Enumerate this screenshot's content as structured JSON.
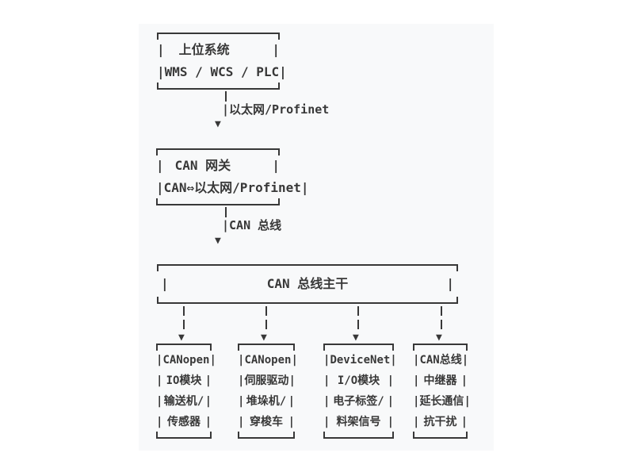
{
  "theme": {
    "canvas_bg": "#ffffff",
    "panel_bg": "#f8f9fa",
    "ink": "#383838"
  },
  "glyphs": {
    "pipe": "|",
    "down_arrow": "▼"
  },
  "flow": {
    "top_box": {
      "rows": [
        "上位系统",
        "WMS / WCS / PLC"
      ]
    },
    "link1": {
      "label": "|以太网/Profinet"
    },
    "gateway_box": {
      "rows": [
        "CAN 网关",
        "CAN⇔以太网/Profinet"
      ]
    },
    "link2": {
      "label": "|CAN 总线"
    },
    "trunk_box": {
      "rows": [
        "CAN 总线主干"
      ]
    },
    "branches": [
      {
        "rows": [
          "CANopen",
          "IO模块",
          "输送机/",
          "传感器"
        ]
      },
      {
        "rows": [
          "CANopen",
          "伺服驱动",
          "堆垛机/",
          "穿梭车"
        ]
      },
      {
        "rows": [
          "DeviceNet",
          "I/O模块",
          "电子标签/",
          "料架信号"
        ]
      },
      {
        "rows": [
          "CAN总线",
          "中继器",
          "延长通信",
          "抗干扰"
        ]
      }
    ]
  }
}
